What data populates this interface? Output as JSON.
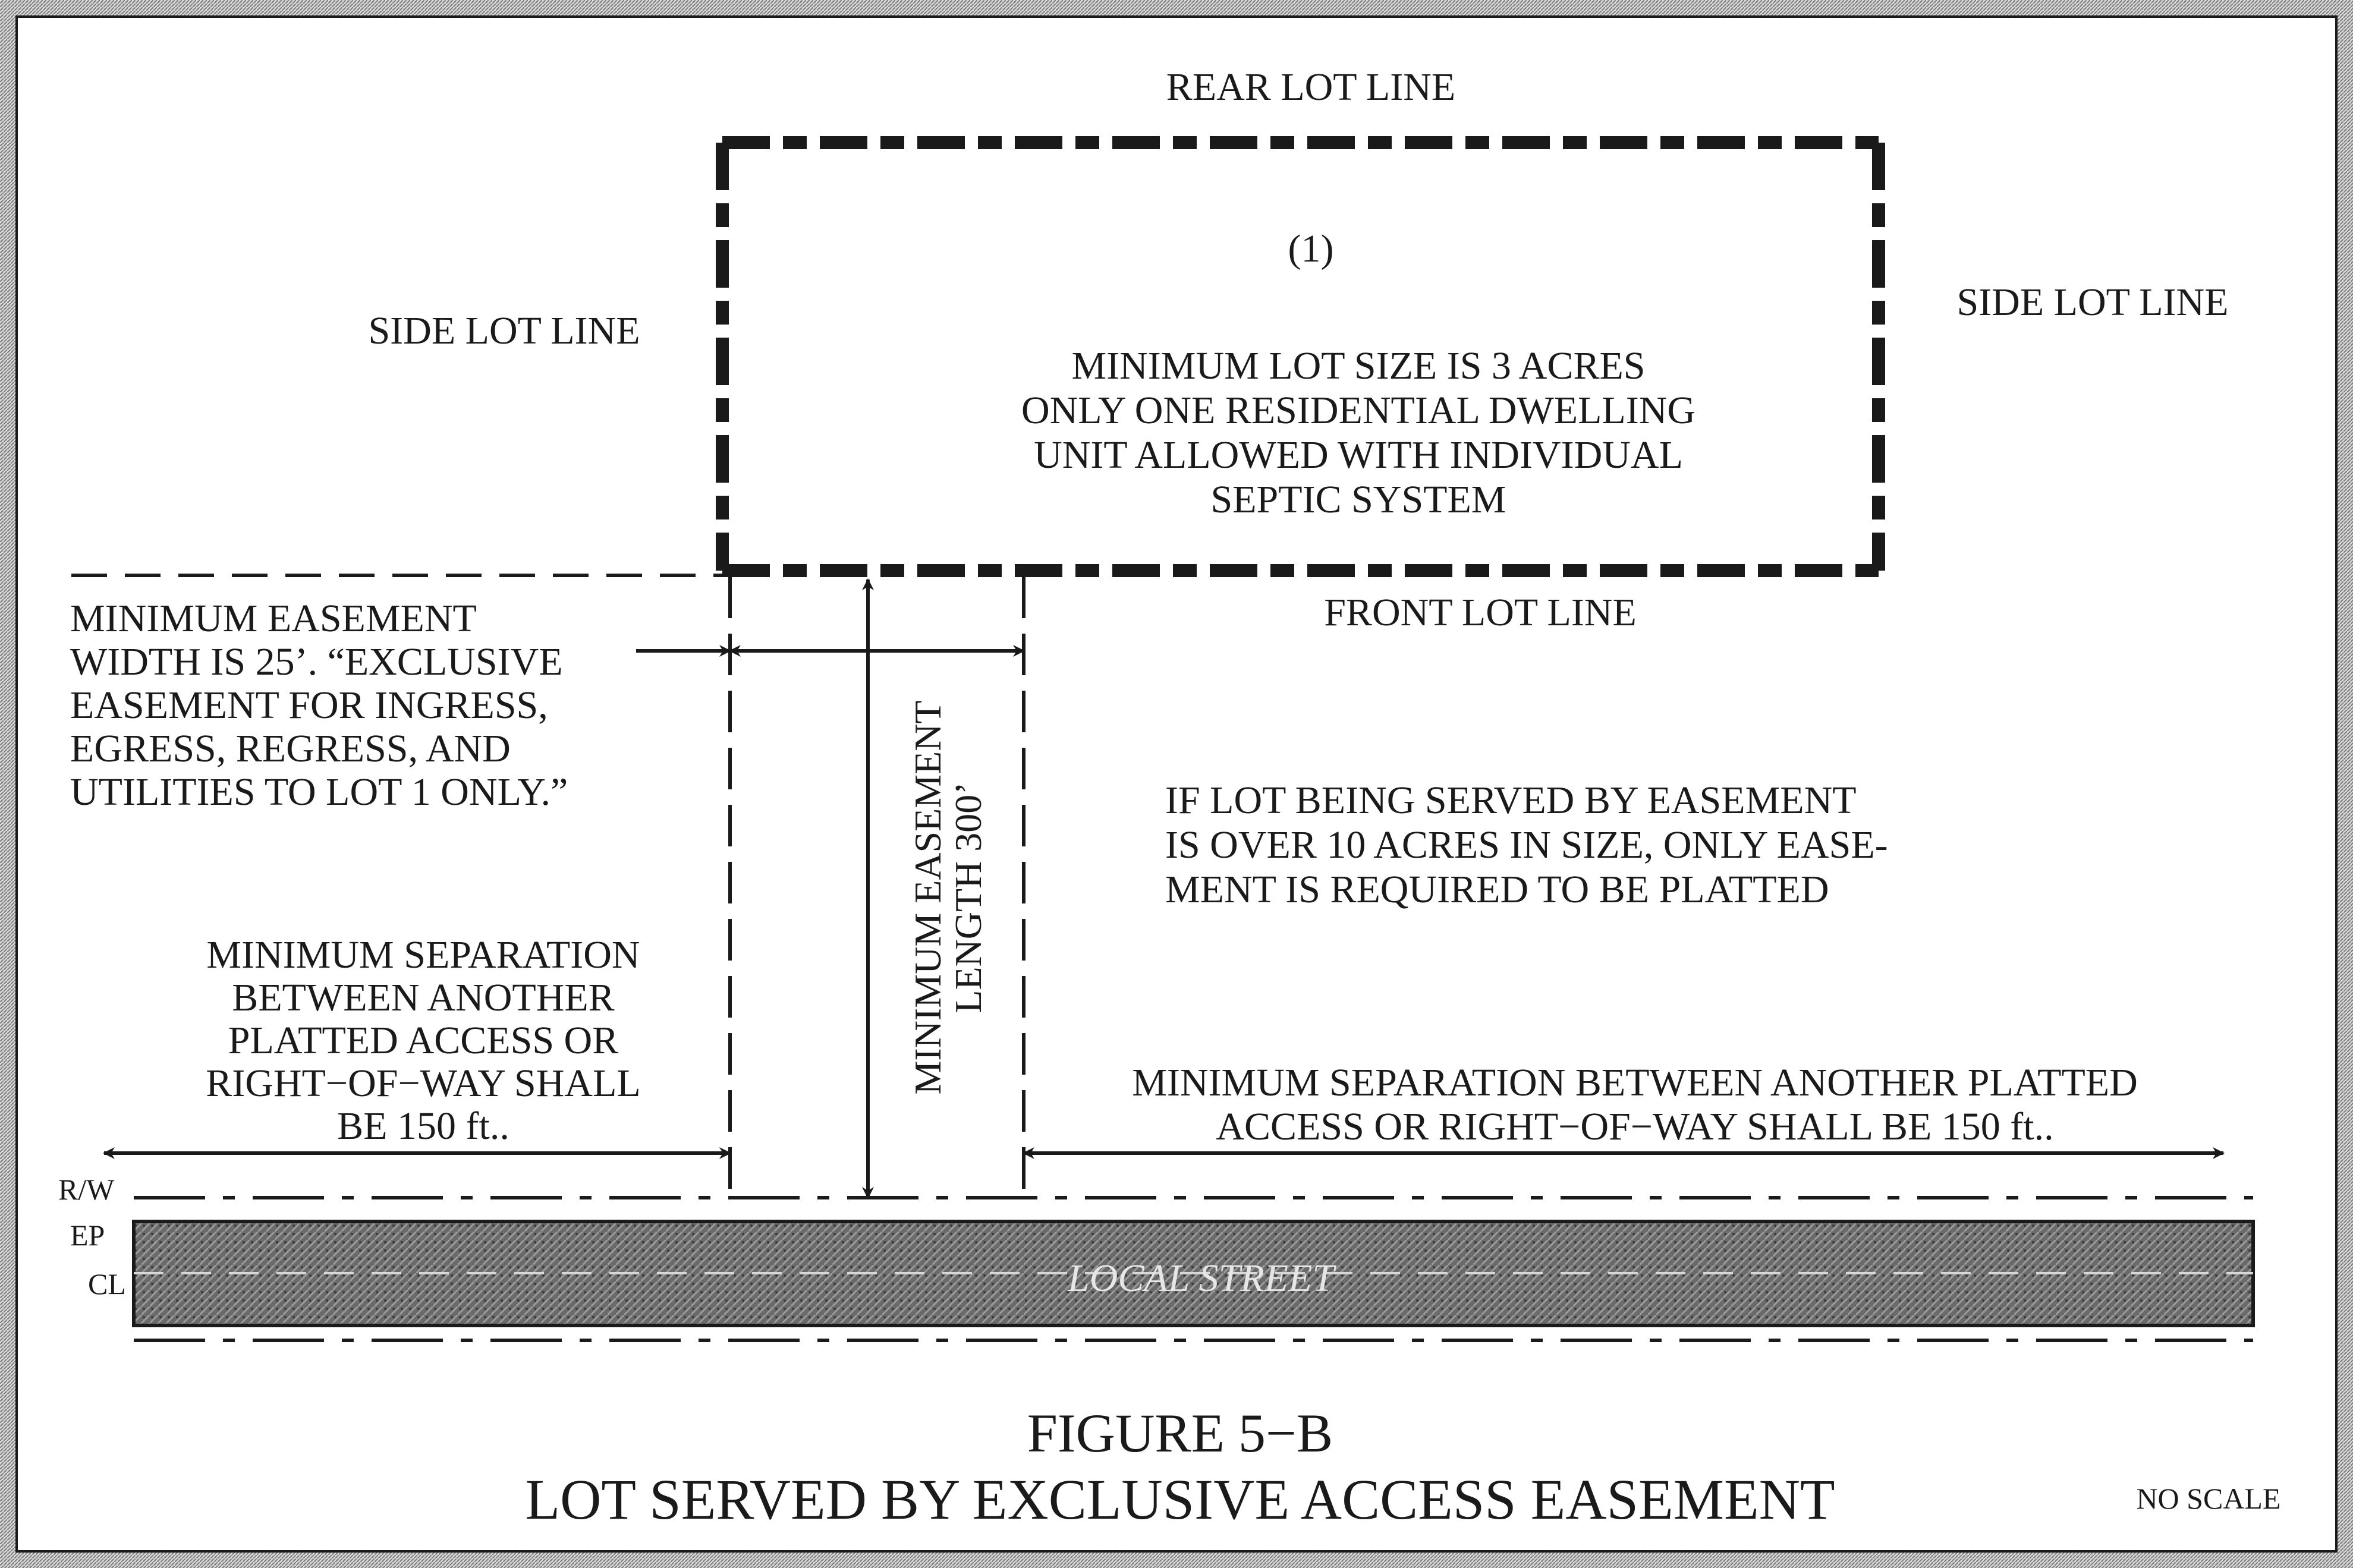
{
  "lot": {
    "rear_lot_line": "REAR LOT LINE",
    "side_lot_line_left": "SIDE LOT LINE",
    "side_lot_line_right": "SIDE LOT LINE",
    "front_lot_line": "FRONT LOT LINE",
    "number": "(1)",
    "note_lines": [
      "MINIMUM LOT SIZE IS 3 ACRES",
      "ONLY ONE RESIDENTIAL DWELLING",
      "UNIT ALLOWED WITH INDIVIDUAL",
      "SEPTIC SYSTEM"
    ]
  },
  "easement_width_note": [
    "MINIMUM EASEMENT",
    "WIDTH IS 25’. “EXCLUSIVE",
    "EASEMENT FOR INGRESS,",
    "EGRESS, REGRESS, AND",
    "UTILITIES TO LOT 1 ONLY.”"
  ],
  "easement_length_note": [
    "MINIMUM EASEMENT",
    "LENGTH 300’"
  ],
  "large_lot_note": [
    "IF LOT BEING SERVED BY EASEMENT",
    "IS OVER 10 ACRES IN SIZE, ONLY EASE-",
    "MENT IS REQUIRED TO BE PLATTED"
  ],
  "separation_left": [
    "MINIMUM SEPARATION",
    "BETWEEN ANOTHER",
    "PLATTED ACCESS OR",
    "RIGHT−OF−WAY SHALL",
    "BE 150 ft.."
  ],
  "separation_right": [
    "MINIMUM SEPARATION BETWEEN ANOTHER PLATTED",
    "ACCESS OR RIGHT−OF−WAY SHALL BE 150 ft.."
  ],
  "road": {
    "rw_label": "R/W",
    "ep_label": "EP",
    "cl_label": "CL",
    "street_label": "LOCAL STREET"
  },
  "figure": {
    "number": "FIGURE 5−B",
    "title": "LOT SERVED BY EXCLUSIVE ACCESS EASEMENT",
    "scale_note": "NO SCALE"
  },
  "colors": {
    "ink": "#1a1a1a",
    "road_fill": "#6f6f6f",
    "border_hatch": "#8a8a8a"
  }
}
